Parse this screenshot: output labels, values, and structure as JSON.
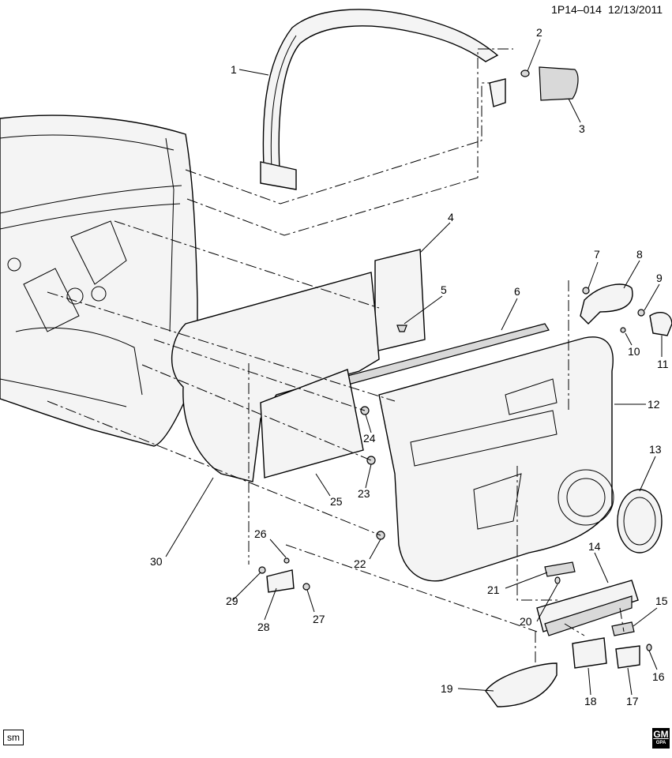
{
  "header": {
    "code": "1P14–014",
    "date": "12/13/2011"
  },
  "footer": {
    "left_box": "sm",
    "logo_main": "GM",
    "logo_sub": "GPA"
  },
  "callouts": [
    "1",
    "2",
    "3",
    "4",
    "5",
    "6",
    "7",
    "8",
    "9",
    "10",
    "11",
    "12",
    "13",
    "14",
    "15",
    "16",
    "17",
    "18",
    "19",
    "20",
    "21",
    "22",
    "23",
    "24",
    "25",
    "26",
    "27",
    "28",
    "29",
    "30"
  ]
}
